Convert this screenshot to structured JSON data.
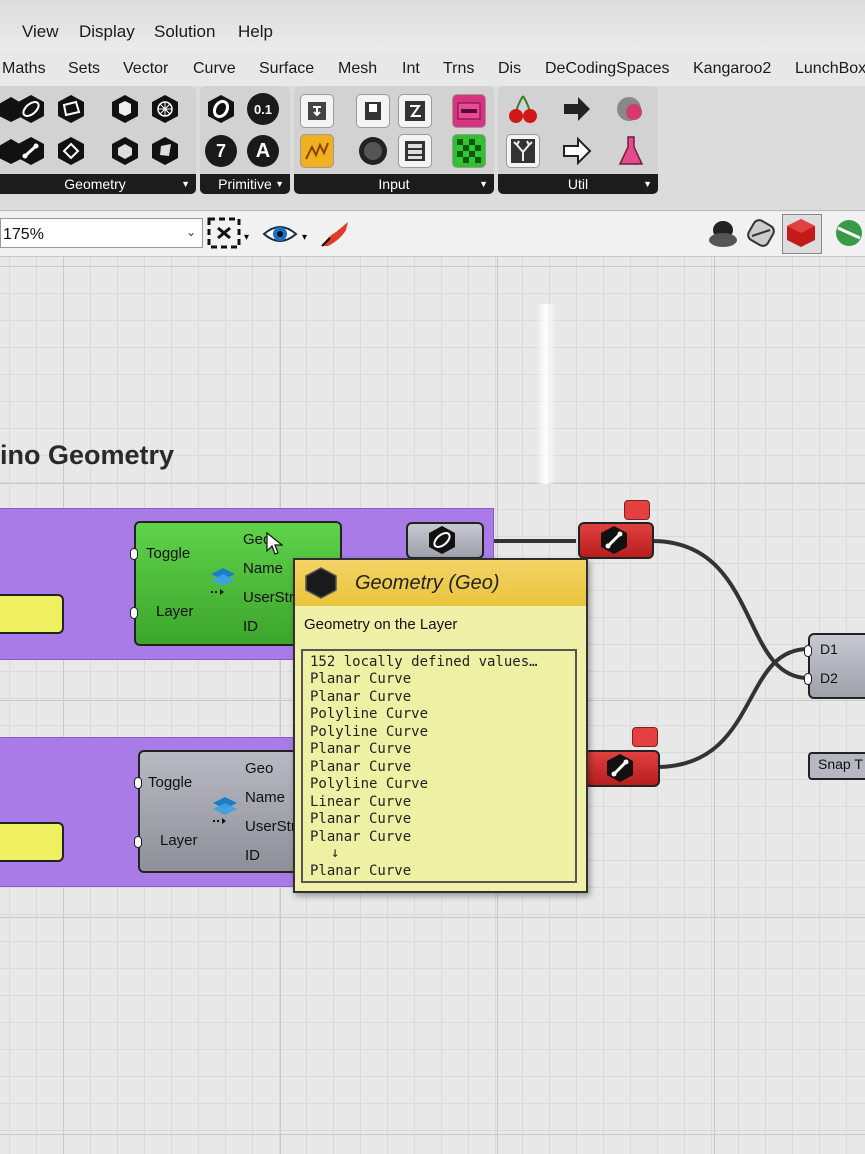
{
  "menubar": {
    "items": [
      "View",
      "Display",
      "Solution",
      "Help"
    ]
  },
  "tabs": {
    "items": [
      "Maths",
      "Sets",
      "Vector",
      "Curve",
      "Surface",
      "Mesh",
      "Int",
      "Trns",
      "Dis",
      "DeCodingSpaces",
      "Kangaroo2",
      "LunchBox"
    ]
  },
  "ribbon": {
    "panels": [
      {
        "label": "Geometry",
        "icons": [
          "geometry-param-icon",
          "curve-param-icon",
          "surface-param-icon",
          "brep-param-icon",
          "mesh-param-icon",
          "point-param-icon",
          "box-param-icon",
          "field-param-icon",
          "cube-param-icon",
          "cull-param-icon"
        ]
      },
      {
        "label": "Primitive",
        "icons": [
          "boolean-param-icon",
          "number-param-icon",
          "integer-param-icon",
          "text-param-icon"
        ],
        "glyphs": {
          "number": "0.1",
          "integer": "7",
          "text": "A"
        }
      },
      {
        "label": "Input",
        "icons": [
          "panel-icon",
          "toggle-icon",
          "slider-icon",
          "value-list-icon",
          "graph-mapper-icon",
          "button-icon",
          "list-icon",
          "image-sampler-icon"
        ]
      },
      {
        "label": "Util",
        "icons": [
          "cherry-icon",
          "right-arrow-icon",
          "bake-icon",
          "tree-icon",
          "hollow-arrow-icon",
          "flask-icon"
        ]
      }
    ]
  },
  "toolbar": {
    "zoom": "175%"
  },
  "canvas": {
    "group_title": "ino Geometry",
    "component_top": {
      "inputs": [
        "Toggle",
        "Layer"
      ],
      "outputs": [
        "Geo",
        "Name",
        "UserStr",
        "ID"
      ]
    },
    "component_bottom": {
      "inputs": [
        "Toggle",
        "Layer"
      ],
      "outputs": [
        "Geo",
        "Name",
        "UserStr",
        "ID"
      ]
    },
    "right_component": {
      "inputs": [
        "D1",
        "D2"
      ]
    },
    "snap_button": "Snap T"
  },
  "tooltip": {
    "title": "Geometry (Geo)",
    "description": "Geometry on the Layer",
    "header": "152 locally defined values…",
    "values": [
      "Planar Curve",
      "Planar Curve",
      "Polyline Curve",
      "Polyline Curve",
      "Planar Curve",
      "Planar Curve",
      "Polyline Curve",
      "Linear Curve",
      "Planar Curve",
      "Planar Curve"
    ],
    "ellipsis": "↓",
    "last": "Planar Curve"
  },
  "colors": {
    "group_purple": "#a97be6",
    "component_green": "#4fc23a",
    "component_gray": "#a9aab4",
    "tooltip_yellow": "#f1f0a8",
    "error_red": "#d22c2c"
  }
}
